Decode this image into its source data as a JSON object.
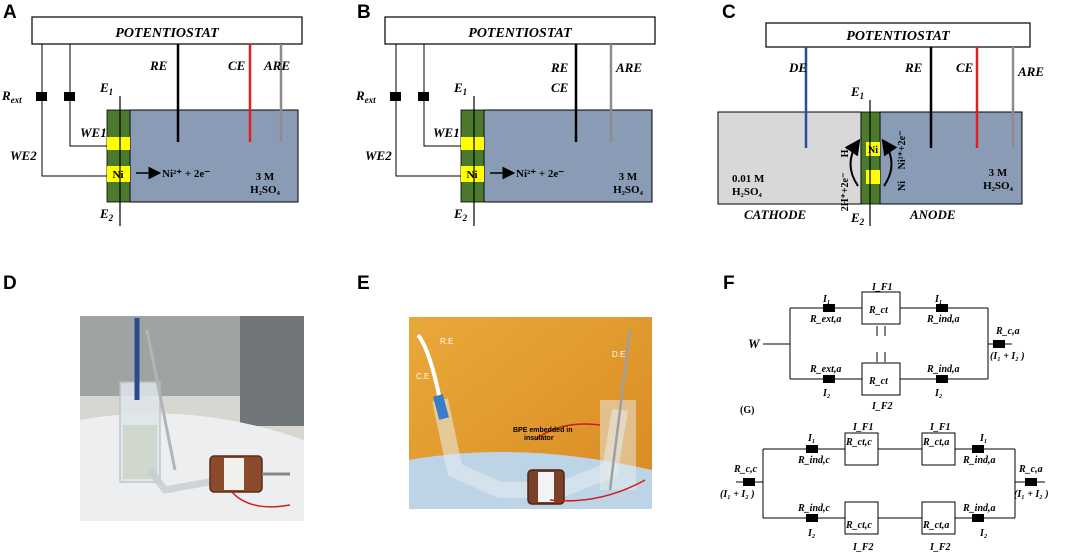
{
  "panels": {
    "A": "A",
    "B": "B",
    "C": "C",
    "D": "D",
    "E": "E",
    "F": "F",
    "G": "(G)"
  },
  "potentiostat": "POTENTIOSTAT",
  "electrodes": {
    "re": "RE",
    "ce": "CE",
    "are": "ARE",
    "de": "DE",
    "rext": "R",
    "rext_sub": "ext",
    "we1": "WE1",
    "we2": "WE2",
    "e1": "E",
    "e1_sub": "1",
    "e2": "E",
    "e2_sub": "2"
  },
  "cell_text": {
    "ni": "Ni",
    "reaction": "Ni²⁺ + 2e⁻",
    "conc_anode": "3 M",
    "acid": "H₂SO₄",
    "conc_cathode": "0.01 M",
    "cathode": "CATHODE",
    "anode": "ANODE",
    "h2": "H₂",
    "h_reaction": "2H⁺+2e⁻",
    "ni_reaction_vert": "Ni²⁺+2e⁻"
  },
  "photo_labels": {
    "re": "R.E",
    "ce": "C.E",
    "de": "D.E",
    "bpe": "BPE embedded in",
    "insulator": "insulator"
  },
  "circuit_f": {
    "w": "W",
    "i1": "I₁",
    "i2": "I₂",
    "if1": "I_F1",
    "if2": "I_F2",
    "rct": "R_ct",
    "rext_a": "R_ext,a",
    "rind_a": "R_ind,a",
    "rc_a": "R_c,a",
    "sum": "(I₁ + I₂ )"
  },
  "circuit_g": {
    "rind_c": "R_ind,c",
    "rct_c": "R_ct,c",
    "rct_a": "R_ct,a",
    "rind_a": "R_ind,a",
    "rc_c": "R_c,c",
    "rc_a": "R_c,a",
    "i1": "I₁",
    "i2": "I₂",
    "if1": "I_F1",
    "if2": "I_F2",
    "sum": "(I₁ + I₂ )"
  },
  "colors": {
    "cell": "#8a9cb5",
    "cathode": "#d8d8d8",
    "green": "#4b7a2c",
    "yellow": "#ffff00",
    "ce": "#e02020",
    "are": "#8c8c8c",
    "de": "#2050a0"
  }
}
